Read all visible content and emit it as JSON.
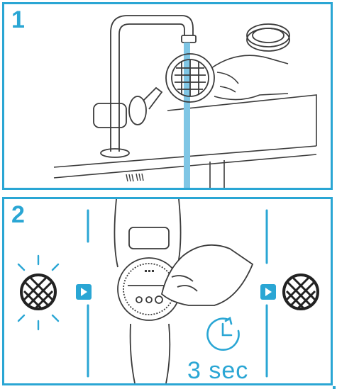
{
  "steps": [
    {
      "number": "1"
    },
    {
      "number": "2",
      "timer_caption": "3 sec"
    }
  ],
  "icons": {
    "panel1": [
      "faucet-icon",
      "water-stream-icon",
      "hand-icon",
      "filter-cartridge-icon",
      "filter-cap-icon",
      "sink-icon"
    ],
    "panel2": [
      "blinking-indicator-icon",
      "arrow-right-icon",
      "faucet-display-icon",
      "finger-press-icon",
      "timer-icon",
      "solid-indicator-icon"
    ]
  },
  "colors": {
    "accent": "#2aa6d4",
    "line": "#3b3b3b"
  }
}
